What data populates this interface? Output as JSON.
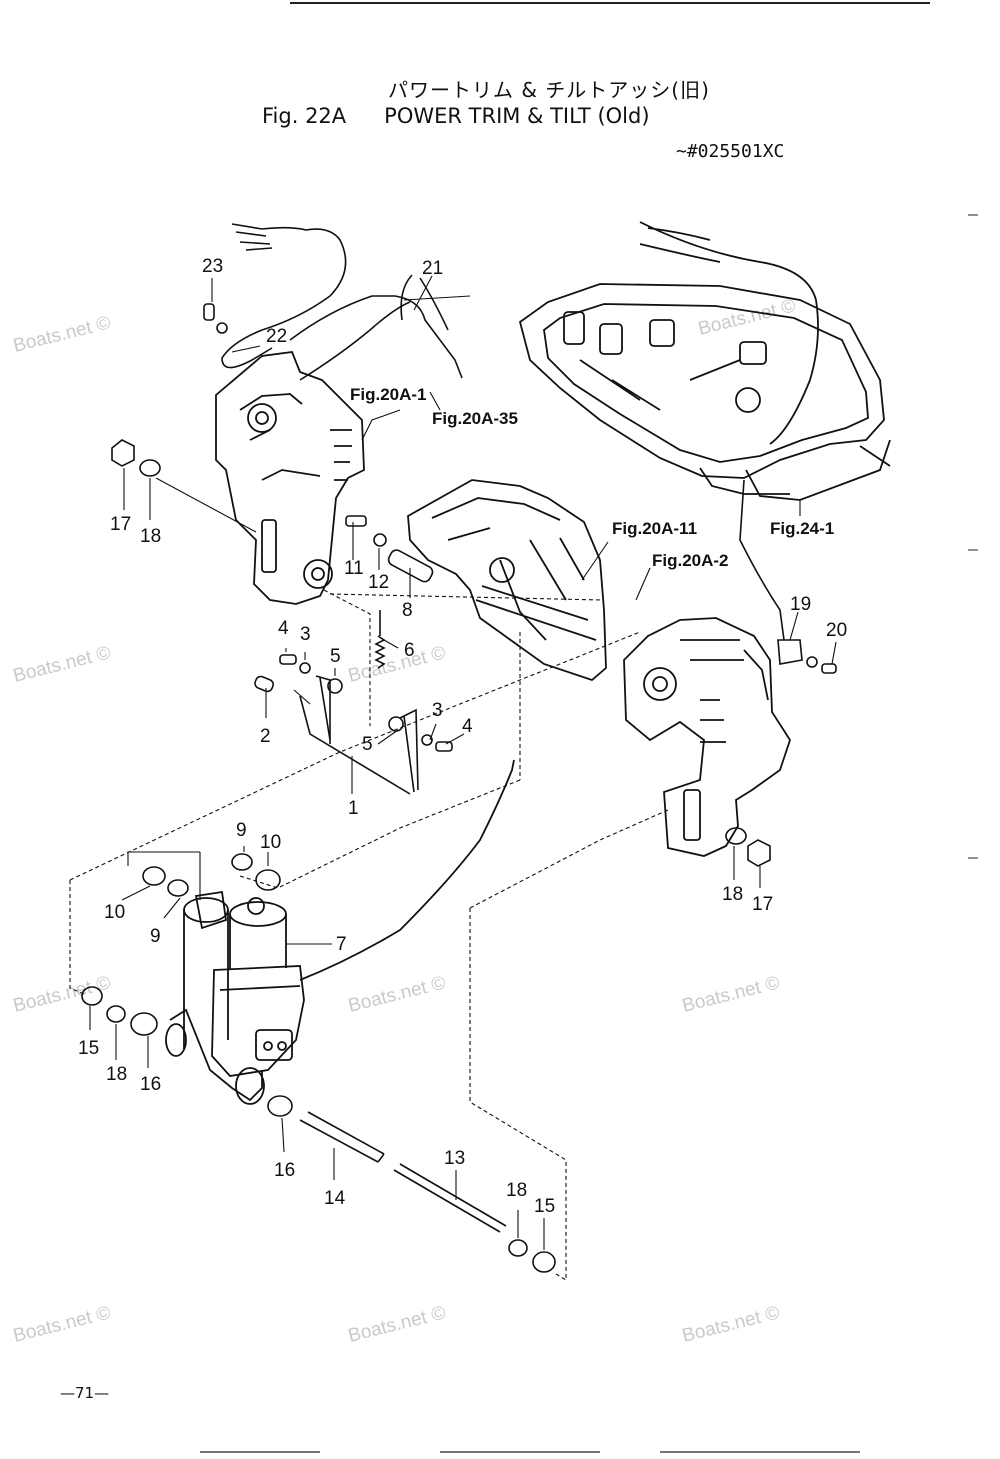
{
  "header": {
    "title_jp": "パワートリム & チルトアッシ(旧)",
    "fig_no": "Fig. 22A",
    "title_en": "POWER TRIM & TILT (Old)",
    "serial": "~#025501XC"
  },
  "footer": {
    "page": "—71—"
  },
  "watermark": "Boats.net ©",
  "callouts": {
    "c1": "1",
    "c2": "2",
    "c3a": "3",
    "c3b": "3",
    "c4a": "4",
    "c4b": "4",
    "c5a": "5",
    "c5b": "5",
    "c6": "6",
    "c7": "7",
    "c8": "8",
    "c9a": "9",
    "c9b": "9",
    "c10a": "10",
    "c10b": "10",
    "c11": "11",
    "c12": "12",
    "c13": "13",
    "c14": "14",
    "c15a": "15",
    "c15b": "15",
    "c16a": "16",
    "c16b": "16",
    "c17a": "17",
    "c17b": "17",
    "c18a": "18",
    "c18b": "18",
    "c18c": "18",
    "c18d": "18",
    "c19": "19",
    "c20": "20",
    "c21": "21",
    "c22": "22",
    "c23": "23"
  },
  "references": {
    "r20a1": "Fig.20A-1",
    "r20a35": "Fig.20A-35",
    "r20a11": "Fig.20A-11",
    "r20a2": "Fig.20A-2",
    "r241": "Fig.24-1"
  }
}
